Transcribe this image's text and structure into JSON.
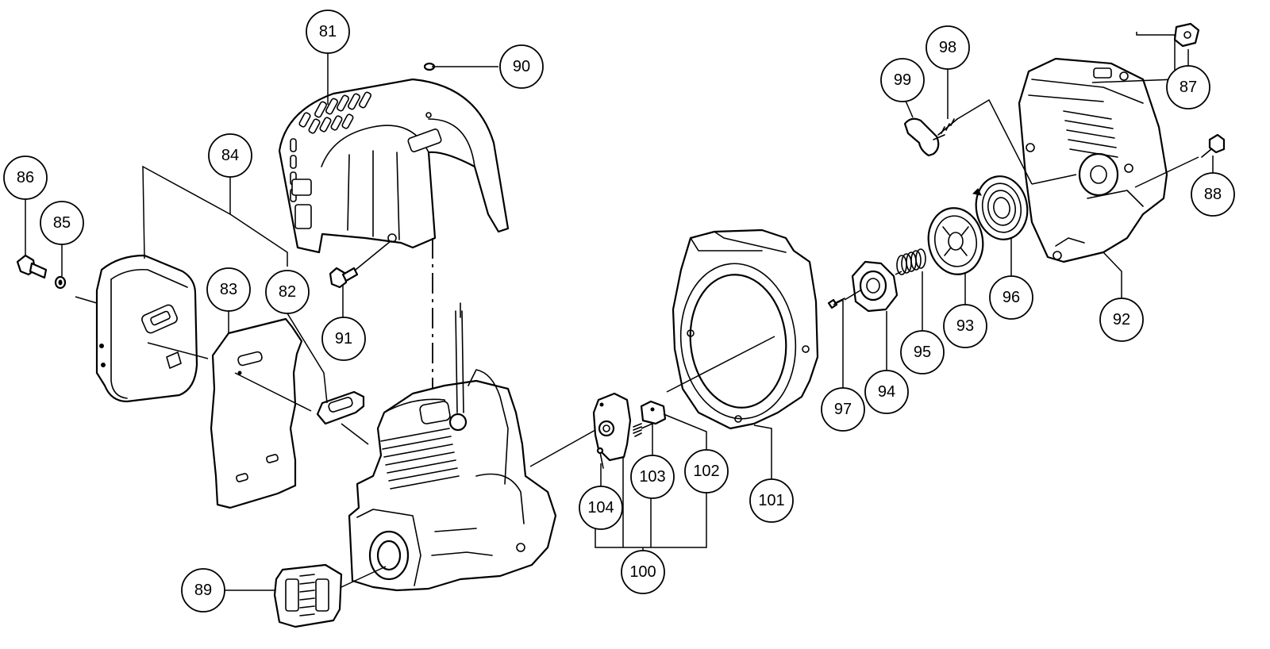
{
  "callouts": {
    "c81": "81",
    "c82": "82",
    "c83": "83",
    "c84": "84",
    "c85": "85",
    "c86": "86",
    "c87": "87",
    "c88": "88",
    "c89": "89",
    "c90": "90",
    "c91": "91",
    "c92": "92",
    "c93": "93",
    "c94": "94",
    "c95": "95",
    "c96": "96",
    "c97": "97",
    "c98": "98",
    "c99": "99",
    "c100": "100",
    "c101": "101",
    "c102": "102",
    "c103": "103",
    "c104": "104"
  }
}
